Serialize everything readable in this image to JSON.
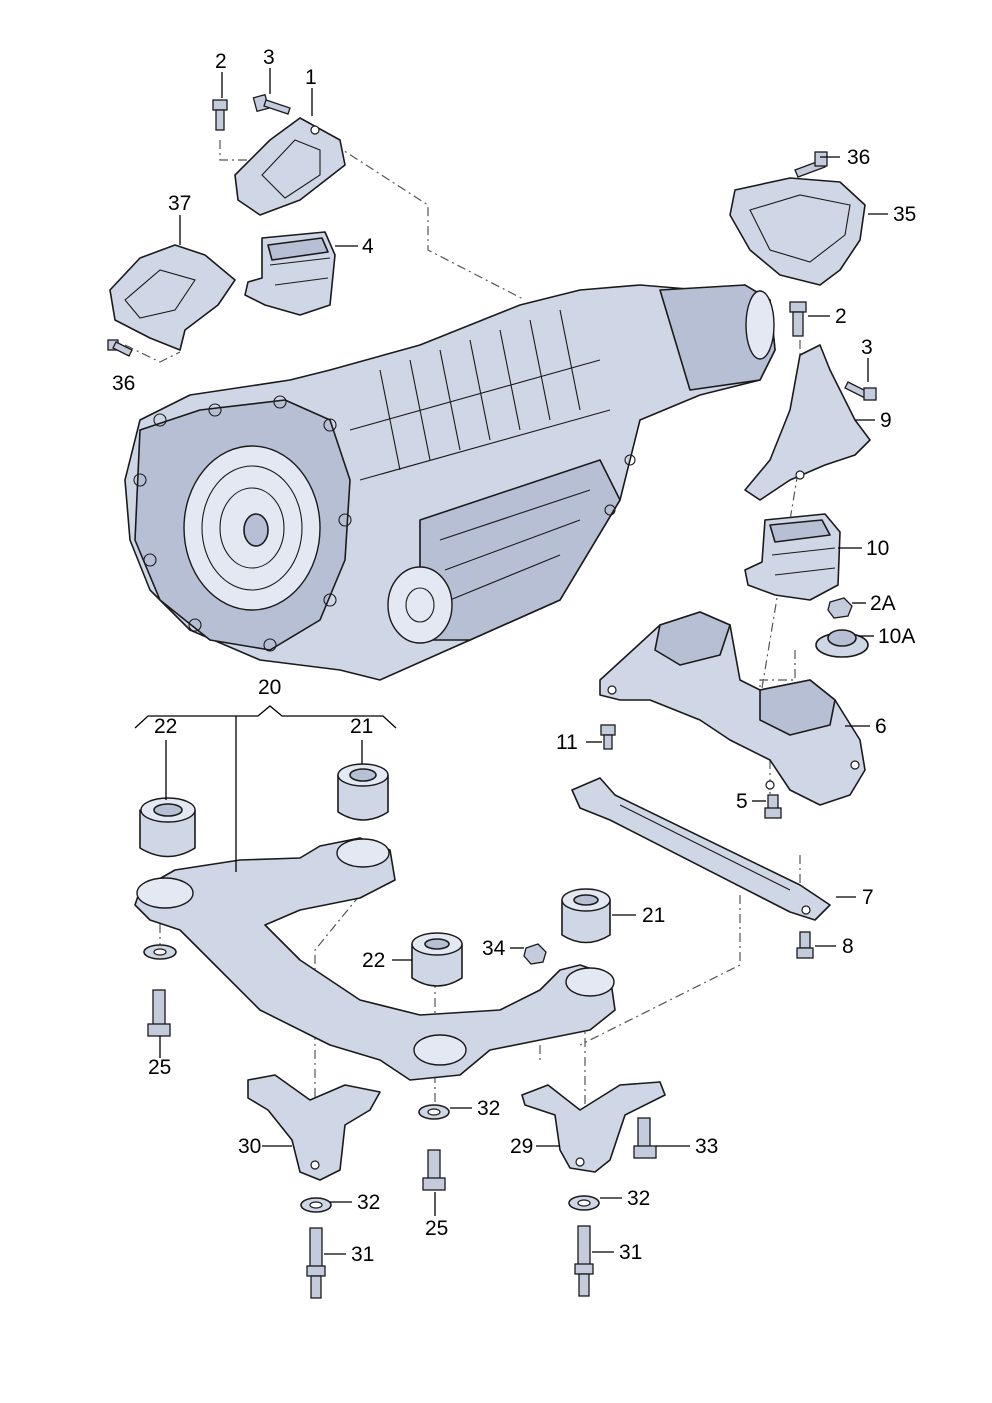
{
  "labels": {
    "l1": "1",
    "l2_top": "2",
    "l3_top": "3",
    "l4": "4",
    "l37": "37",
    "l36_left": "36",
    "l36_right": "36",
    "l35": "35",
    "l2_right": "2",
    "l3_right": "3",
    "l9": "9",
    "l10": "10",
    "l2A": "2A",
    "l10A": "10A",
    "l6": "6",
    "l11": "11",
    "l5": "5",
    "l7": "7",
    "l8": "8",
    "l20": "20",
    "l22_top": "22",
    "l21_top": "21",
    "l21_mid": "21",
    "l22_mid": "22",
    "l34": "34",
    "l25_left": "25",
    "l32_mid": "32",
    "l30": "30",
    "l29": "29",
    "l33": "33",
    "l32_bl": "32",
    "l32_br": "32",
    "l25_mid": "25",
    "l31_l": "31",
    "l31_r": "31"
  },
  "colors": {
    "part_fill": "#cfd6e6",
    "part_shadow": "#b6bfd4",
    "outline": "#1a1a1a",
    "background": "#ffffff"
  }
}
